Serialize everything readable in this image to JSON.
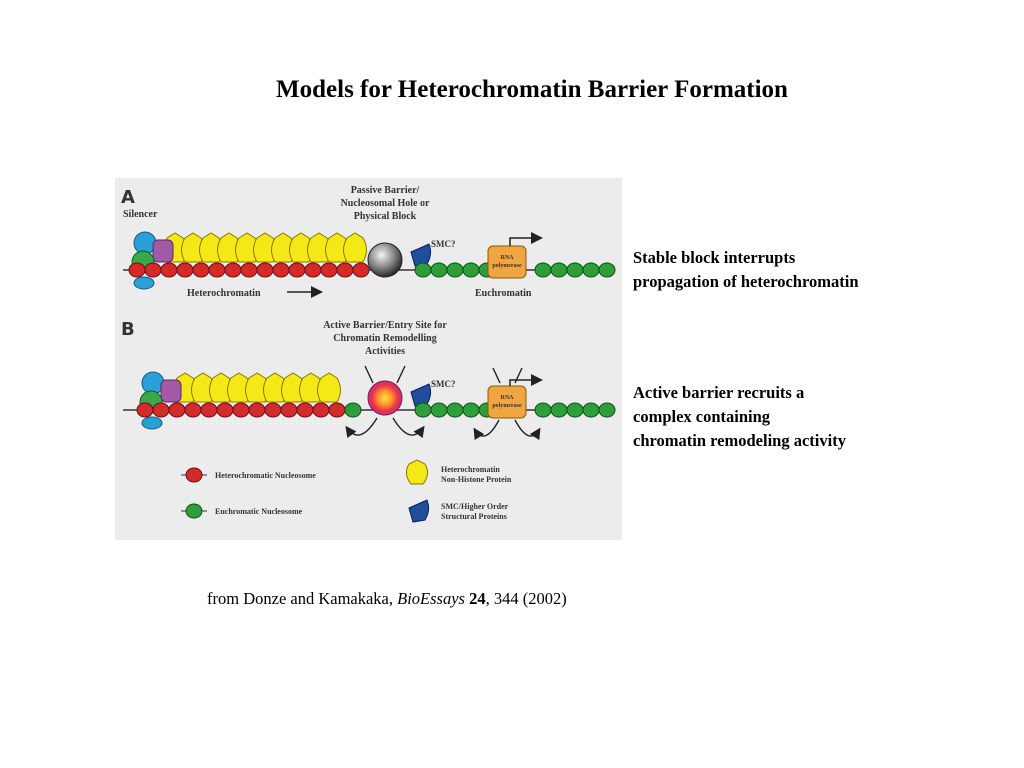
{
  "title": "Models for Heterochromatin Barrier Formation",
  "figure": {
    "panel_a": {
      "letter": "A",
      "silencer_label": "Silencer",
      "barrier_label": [
        "Passive Barrier/",
        "Nucleosomal Hole or",
        "Physical Block"
      ],
      "smc_label": "SMC?",
      "rna_pol_label": [
        "RNA",
        "polymerase"
      ],
      "heterochromatin_label": "Heterochromatin",
      "euchromatin_label": "Euchromatin"
    },
    "panel_b": {
      "letter": "B",
      "barrier_label": [
        "Active Barrier/Entry Site for",
        "Chromatin Remodelling",
        "Activities"
      ],
      "smc_label": "SMC?",
      "rna_pol_label": [
        "RNA",
        "polymerase"
      ]
    },
    "legend": {
      "heterochromatic": "Heterochromatic Nucleosome",
      "euchromatic": "Euchromatic Nucleosome",
      "nonhistone": [
        "Heterochromatin",
        "Non-Histone Protein"
      ],
      "smc": [
        "SMC/Higher Order",
        "Structural Proteins"
      ]
    }
  },
  "captions": {
    "a": [
      "Stable block interrupts",
      "propagation of heterochromatin"
    ],
    "b": [
      "Active barrier recruits a",
      "complex containing",
      "chromatin remodeling activity"
    ]
  },
  "citation": {
    "prefix": "from Donze and Kamakaka, ",
    "journal": "BioEssays",
    "volume": "24",
    "suffix": ", 344 (2002)"
  },
  "colors": {
    "heterochromatic_nucleosome": "#d42a2a",
    "euchromatic_nucleosome": "#2e9e3a",
    "nonhistone_protein": "#f4e817",
    "smc_protein": "#1f4e9c",
    "rna_polymerase": "#f0a640",
    "silencer_blue": "#2aa0d8",
    "silencer_purple": "#a25aa8",
    "silencer_green": "#39a84a"
  }
}
